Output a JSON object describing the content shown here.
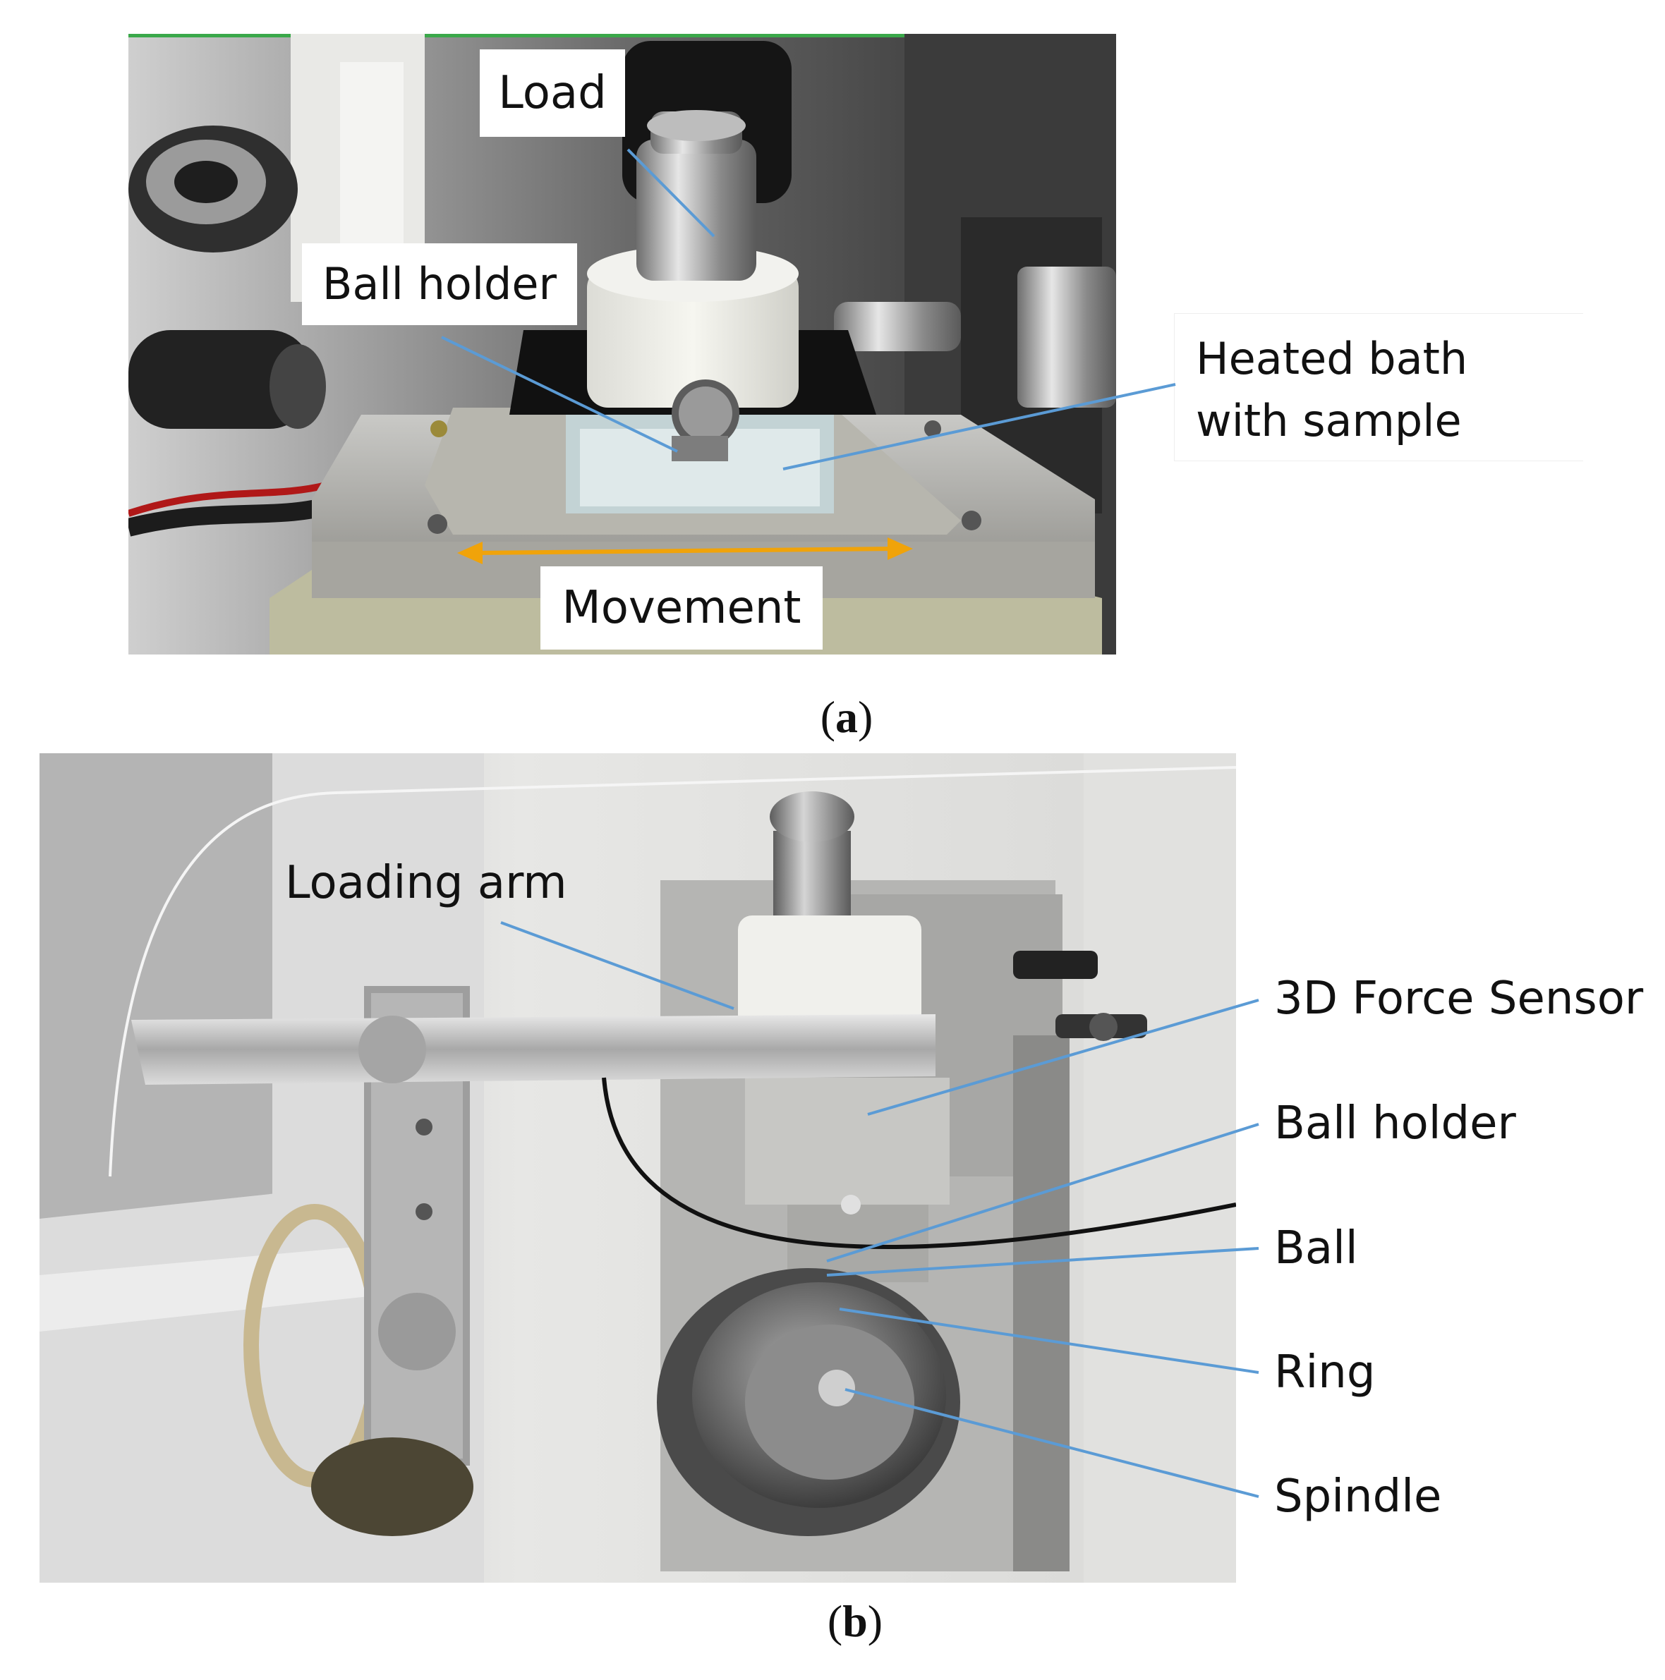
{
  "figure": {
    "panel_a": {
      "caption_letter": "a",
      "labels": {
        "load": "Load",
        "ball_holder": "Ball holder",
        "heated_bath": [
          "Heated bath",
          "with sample"
        ],
        "movement": "Movement"
      }
    },
    "panel_b": {
      "caption_letter": "b",
      "labels": {
        "loading_arm": "Loading arm",
        "force_sensor": "3D Force Sensor",
        "ball_holder": "Ball holder",
        "ball": "Ball",
        "ring": "Ring",
        "spindle": "Spindle"
      }
    },
    "colors": {
      "leader_line": "#5b9bd5",
      "movement_arrow": "#f0a30a",
      "label_bg": "#ffffff"
    }
  }
}
